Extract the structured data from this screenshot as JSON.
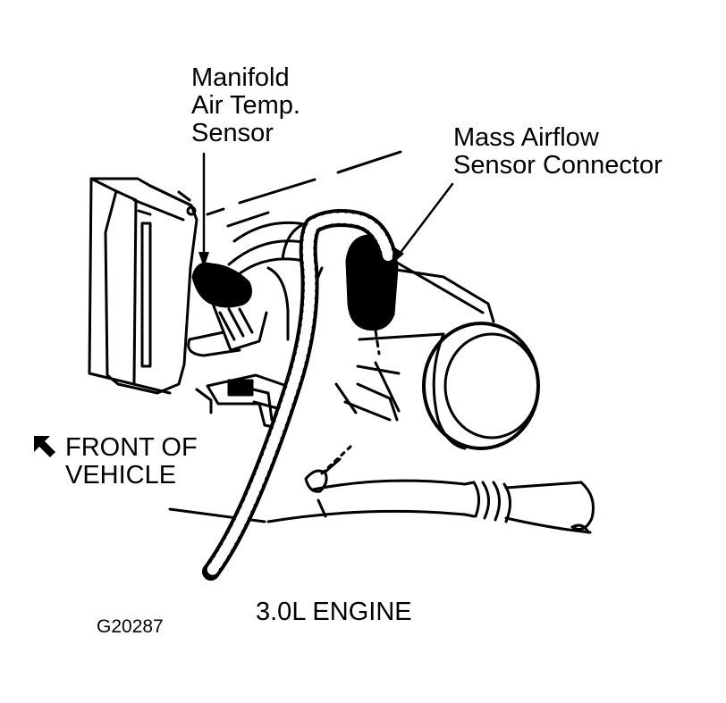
{
  "labels": {
    "manifold_line1": "Manifold",
    "manifold_line2": "Air Temp.",
    "manifold_line3": "Sensor",
    "maf_line1": "Mass Airflow",
    "maf_line2": "Sensor Connector",
    "front_line1": "FRONT OF",
    "front_line2": "VEHICLE",
    "engine": "3.0L ENGINE",
    "figure_code": "G20287"
  },
  "icons": {
    "front_arrow": "arrow-up-left-icon"
  },
  "colors": {
    "ink": "#000000",
    "paper": "#ffffff"
  }
}
